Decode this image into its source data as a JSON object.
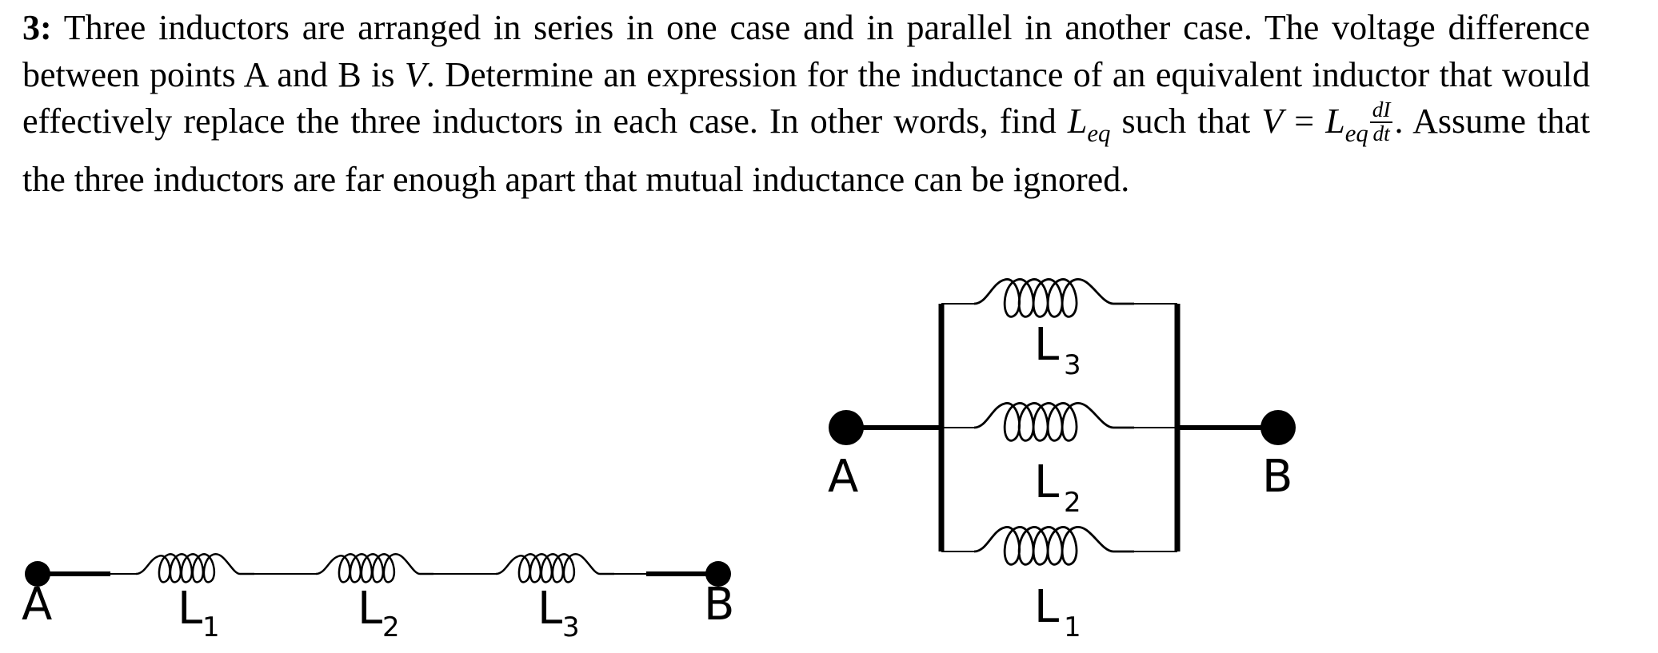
{
  "problem": {
    "number": "3:",
    "text_1": "Three inductors are arranged in series in one case and in parallel in another case. The voltage difference between points A and B is ",
    "var_v": "V",
    "text_2": ". Determine an expression for the inductance of an equivalent inductor that would effectively replace the three inductors in each case. In other words, find ",
    "leq_main": "L",
    "leq_sub": "eq",
    "text_3": " such that ",
    "eq_v": "V",
    "eq_equals": " = ",
    "eq_l": "L",
    "eq_sub": "eq",
    "frac_num": "dI",
    "frac_den": "dt",
    "text_4": ". Assume that the three inductors are far enough apart that mutual inductance can be ignored."
  },
  "series_circuit": {
    "point_a": "A",
    "point_b": "B",
    "inductors": [
      {
        "main": "L",
        "sub": "1"
      },
      {
        "main": "L",
        "sub": "2"
      },
      {
        "main": "L",
        "sub": "3"
      }
    ]
  },
  "parallel_circuit": {
    "point_a": "A",
    "point_b": "B",
    "inductors": [
      {
        "main": "L",
        "sub": "3"
      },
      {
        "main": "L",
        "sub": "2"
      },
      {
        "main": "L",
        "sub": "1"
      }
    ]
  }
}
